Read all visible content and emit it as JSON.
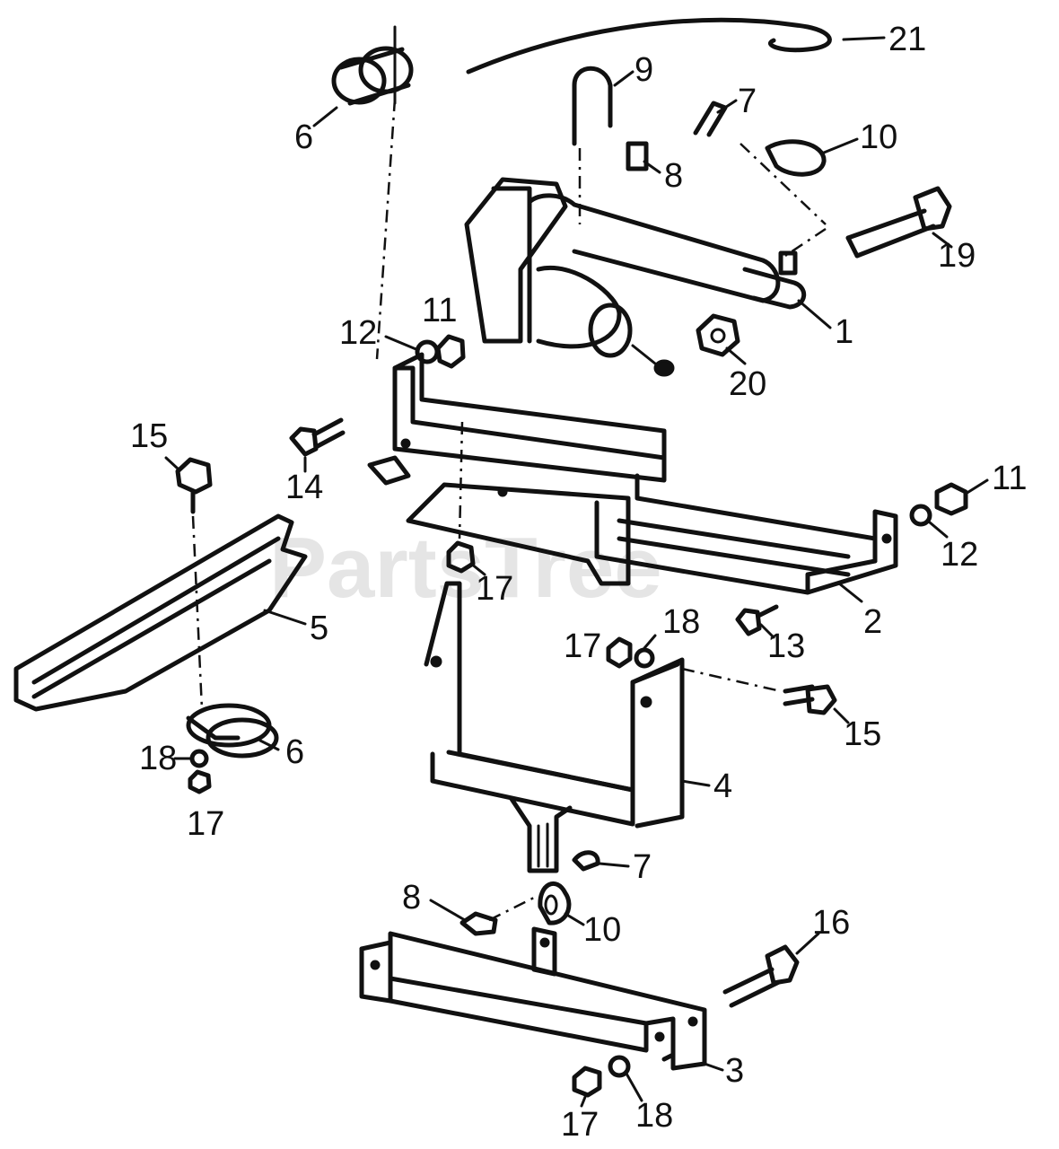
{
  "watermark": "PartsTree",
  "callouts": {
    "c1": "1",
    "c2": "2",
    "c3": "3",
    "c4": "4",
    "c5": "5",
    "c6a": "6",
    "c6b": "6",
    "c7a": "7",
    "c7b": "7",
    "c8a": "8",
    "c8b": "8",
    "c9": "9",
    "c10a": "10",
    "c10b": "10",
    "c11a": "11",
    "c11b": "11",
    "c12a": "12",
    "c12b": "12",
    "c13": "13",
    "c14": "14",
    "c15a": "15",
    "c15b": "15",
    "c16": "16",
    "c17a": "17",
    "c17b": "17",
    "c17c": "17",
    "c17d": "17",
    "c18a": "18",
    "c18b": "18",
    "c18c": "18",
    "c19": "19",
    "c20": "20",
    "c21": "21"
  }
}
